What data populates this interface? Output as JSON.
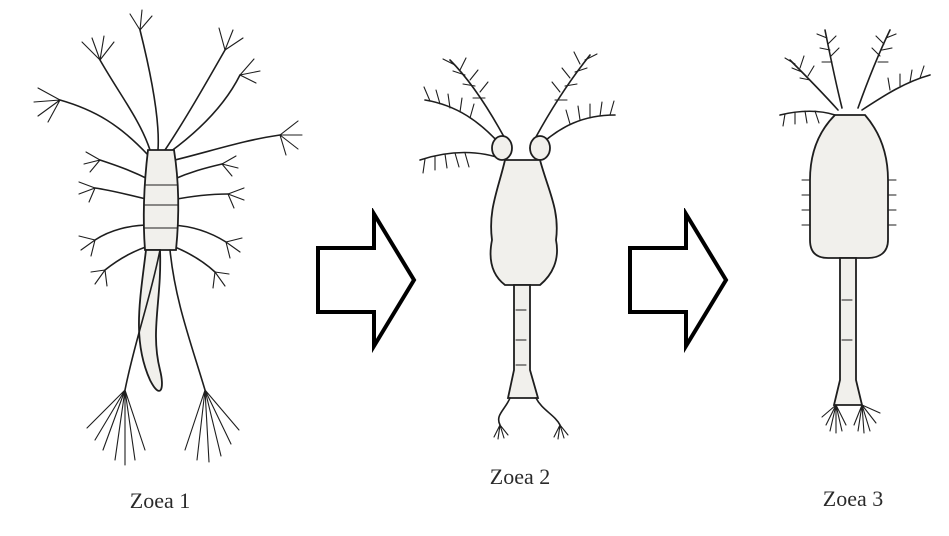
{
  "figure": {
    "stages": [
      {
        "name": "zoea-1",
        "label": "Zoea 1"
      },
      {
        "name": "zoea-2",
        "label": "Zoea 2"
      },
      {
        "name": "zoea-3",
        "label": "Zoea 3"
      }
    ],
    "arrows": [
      {
        "name": "arrow-zoea1-to-zoea2",
        "direction": "right"
      },
      {
        "name": "arrow-zoea2-to-zoea3",
        "direction": "right"
      }
    ],
    "colors": {
      "ink": "#1e1e1e",
      "background": "#ffffff",
      "arrow_outline": "#000000"
    }
  }
}
